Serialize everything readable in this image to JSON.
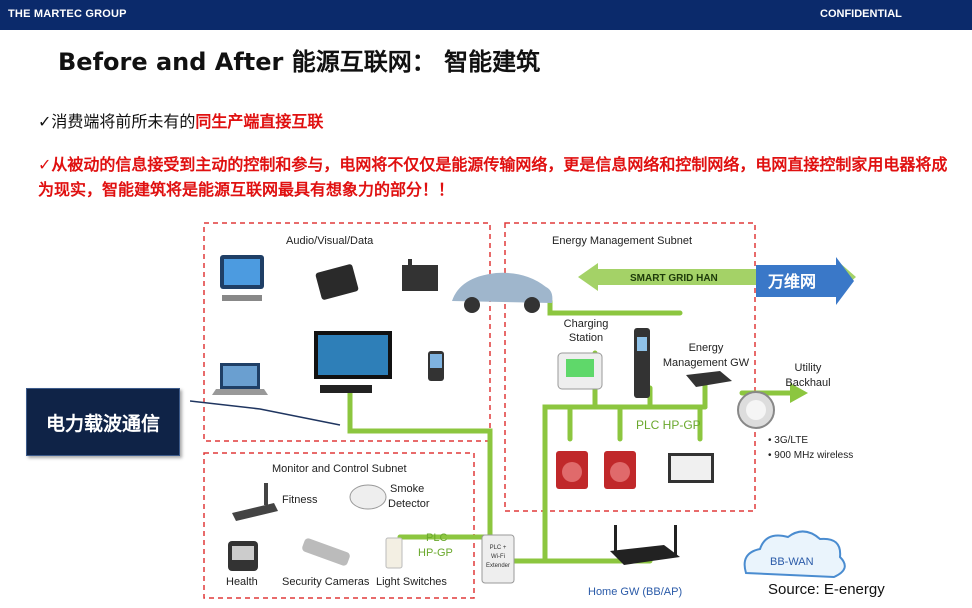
{
  "header": {
    "brand": "THE MARTEC GROUP",
    "confidential": "CONFIDENTIAL"
  },
  "slide": {
    "title": "Before and After 能源互联网： 智能建筑",
    "bullet1": {
      "mark": "✓",
      "text": "消费端将前所未有的",
      "highlight": "同生产端直接互联"
    },
    "bullet2": {
      "mark": "✓",
      "text": "从被动的信息接受到主动的控制和参与，电网将不仅仅是能源传输网络，更是信息网络和控制网络，电网直接控制家用电器将成为现实，智能建筑将是能源互联网最具有想象力的部分！！"
    }
  },
  "diagram": {
    "av_title": "Audio/Visual/Data",
    "ems_title": "Energy Management Subnet",
    "mcs_title": "Monitor and Control Subnet",
    "smart_grid": "SMART GRID HAN",
    "wanweiwang": "万维网",
    "charging": [
      "Charging",
      "Station"
    ],
    "energy_gw": [
      "Energy",
      "Management GW"
    ],
    "utility": [
      "Utility",
      "Backhaul"
    ],
    "plc_hp_gp": "PLC HP-GP",
    "plc_left": [
      "PLC",
      "HP-GP"
    ],
    "wireless": [
      "• 3G/LTE",
      "• 900 MHz wireless"
    ],
    "fitness": "Fitness",
    "smoke": [
      "Smoke",
      "Detector"
    ],
    "health": "Health",
    "security": "Security Cameras",
    "light": "Light Switches",
    "extender": [
      "PLC +",
      "Wi-Fi",
      "Extender"
    ],
    "home_gw": "Home GW (BB/AP)",
    "bb_wan": "BB-WAN"
  },
  "callout": "电力载波通信",
  "source": "Source: E-energy",
  "colors": {
    "header": "#0b2a6b",
    "accent_red": "#e01010",
    "line_green": "#8cc63f",
    "arrow_blue": "#3a78c8",
    "dash_red": "#e03a3a"
  }
}
